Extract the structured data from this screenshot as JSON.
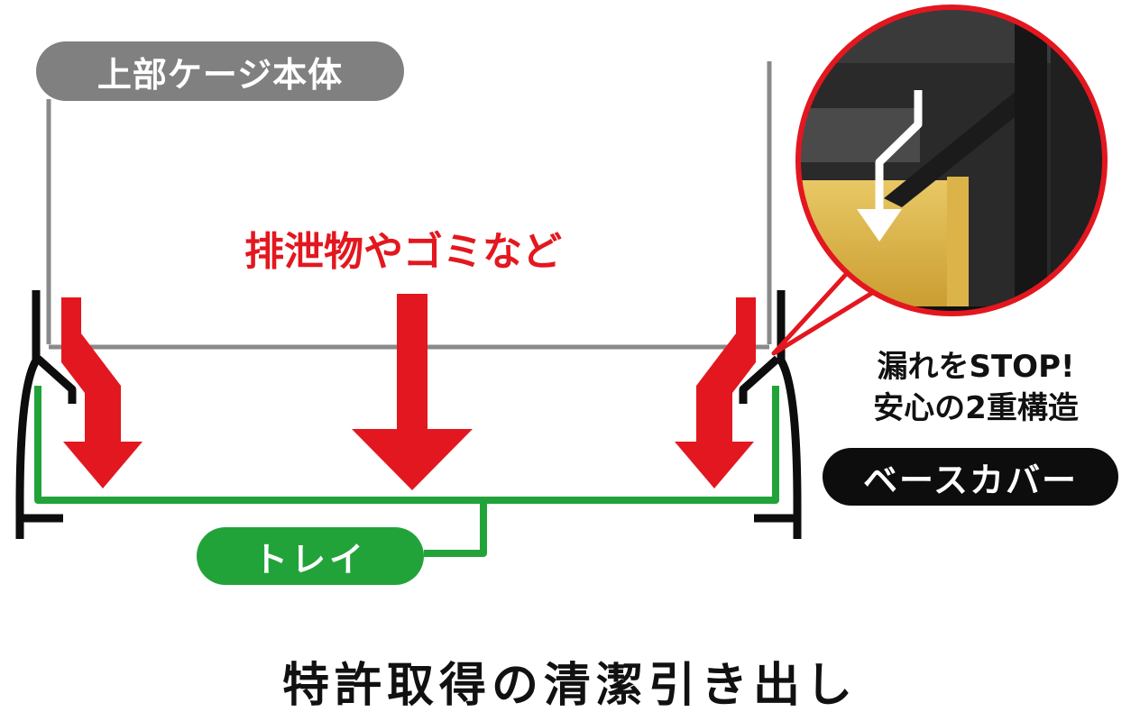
{
  "labels": {
    "cage_body": "上部ケージ本体",
    "waste": "排泄物やゴミなど",
    "leak_stop_line1": "漏れをSTOP!",
    "leak_stop_line2": "安心の2重構造",
    "base_cover": "ベースカバー",
    "tray": "トレイ",
    "caption": "特許取得の清潔引き出し"
  },
  "colors": {
    "cage_gray": "#808080",
    "arrow_red": "#e3171f",
    "tray_green": "#22a33a",
    "base_black": "#0d0d0d",
    "zoom_border_red": "#e3171f",
    "zoom_tray_yellow": "#d9b64a"
  },
  "icons": {
    "drop_arrow": "red-down-arrow-icon",
    "zoom_arrow": "white-bent-down-arrow-icon"
  }
}
